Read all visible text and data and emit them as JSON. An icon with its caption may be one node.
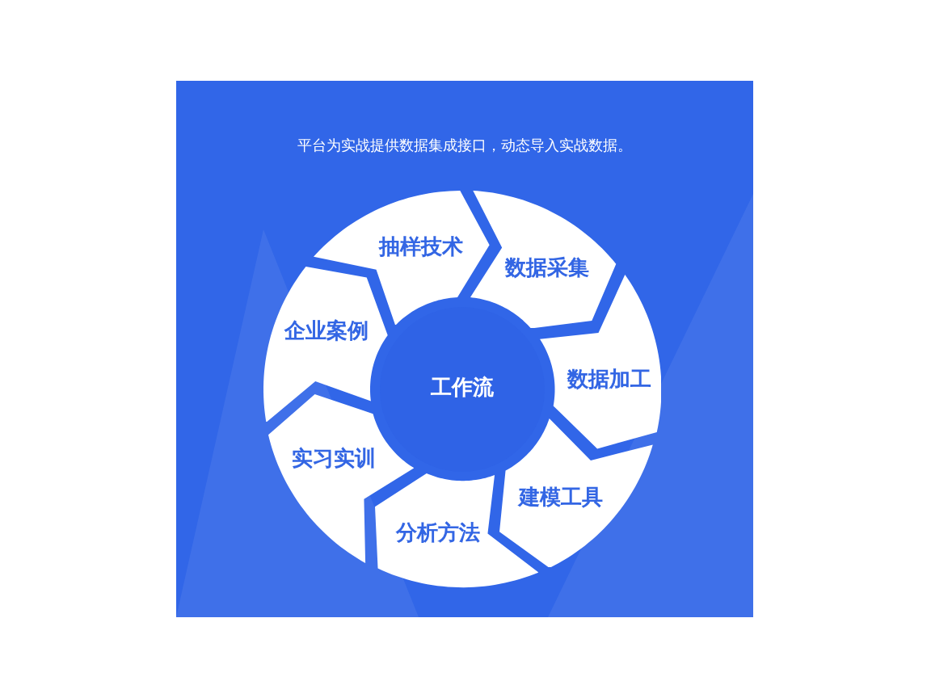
{
  "diagram": {
    "title": "平台为实战提供数据集成接口，动态导入实战数据。",
    "nodes": [
      {
        "text": [
          "工作流"
        ]
      },
      {
        "text": [
          "抽样技术"
        ]
      },
      {
        "text": [
          "数据采集"
        ]
      },
      {
        "text": [
          "数据加工"
        ]
      },
      {
        "text": [
          "建模工具"
        ]
      },
      {
        "text": [
          "分析方法"
        ]
      },
      {
        "text": [
          "实习实训"
        ]
      },
      {
        "text": [
          "企业案例"
        ]
      }
    ]
  }
}
